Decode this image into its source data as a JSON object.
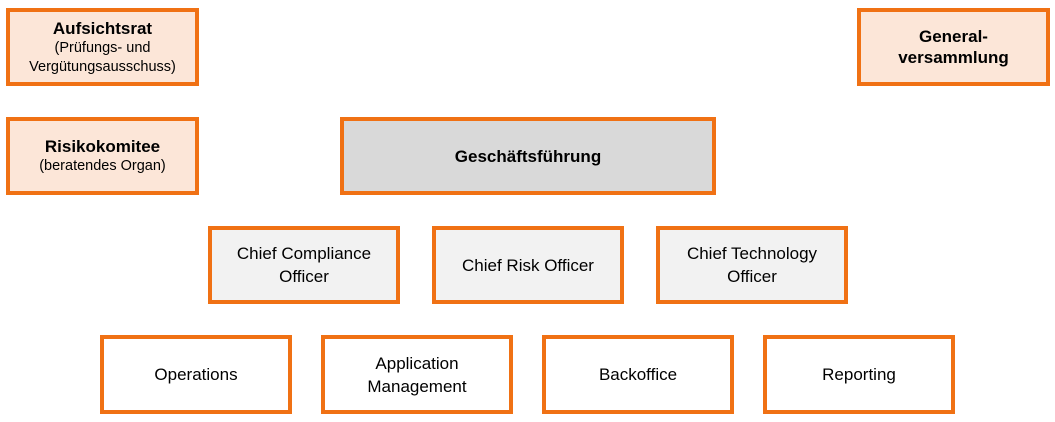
{
  "boxes": {
    "aufsichtsrat": {
      "title": "Aufsichtsrat",
      "subtitle_line1": "(Prüfungs- und",
      "subtitle_line2": "Vergütungsausschuss)"
    },
    "generalversammlung": {
      "title_line1": "General-",
      "title_line2": "versammlung"
    },
    "risikokomitee": {
      "title": "Risikokomitee",
      "subtitle": "(beratendes Organ)"
    },
    "geschaeftsfuehrung": {
      "title": "Geschäftsführung"
    },
    "cco": {
      "line1": "Chief Compliance",
      "line2": "Officer"
    },
    "cro": {
      "line1": "Chief Risk Officer"
    },
    "cto": {
      "line1": "Chief Technology",
      "line2": "Officer"
    },
    "operations": {
      "line1": "Operations"
    },
    "appmgmt": {
      "line1": "Application",
      "line2": "Management"
    },
    "backoffice": {
      "line1": "Backoffice"
    },
    "reporting": {
      "line1": "Reporting"
    }
  },
  "colors": {
    "border": "#f07114",
    "peach_fill": "#fce6d8",
    "gray_fill": "#d9d9d9",
    "light_fill": "#f2f2f2",
    "white_fill": "#ffffff"
  }
}
